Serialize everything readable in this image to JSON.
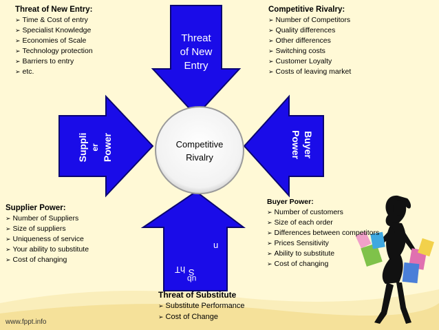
{
  "threat_new_entry": {
    "heading": "Threat of New Entry:",
    "items": [
      "Time & Cost of entry",
      "Specialist Knowledge",
      "Economies of Scale",
      "Technology protection",
      "Barriers to entry",
      "etc."
    ]
  },
  "competitive_rivalry": {
    "heading": "Competitive Rivalry:",
    "items": [
      "Number of Competitors",
      "Quality differences",
      "Other differences",
      "Switching costs",
      "Customer Loyalty",
      "Costs of leaving market"
    ]
  },
  "supplier_power": {
    "heading": "Supplier Power:",
    "items": [
      "Number of Suppliers",
      "Size of suppliers",
      "Uniqueness of service",
      "Your ability to substitute",
      "Cost of changing"
    ]
  },
  "buyer_power": {
    "heading": "Buyer Power:",
    "items": [
      "Number of customers",
      "Size of each order",
      "Differences between competitors",
      "Prices Sensitivity",
      "Ability to substitute",
      "Cost of changing"
    ]
  },
  "threat_substitute": {
    "heading": "Threat of Substitute",
    "items": [
      "Substitute Performance",
      "Cost of Change"
    ]
  },
  "arrows": {
    "top": [
      "Threat",
      "of New",
      "Entry"
    ],
    "left": [
      "Suppli",
      "er",
      "Power"
    ],
    "right": [
      "Buyer",
      "Power"
    ],
    "bottom": [
      "n",
      "S",
      "ub",
      "hT"
    ]
  },
  "center": [
    "Competitive",
    "Rivalry"
  ],
  "footer": "www.fppt.info",
  "colors": {
    "arrow": "#1a0ce8",
    "arrow_edge": "#0a0570",
    "background": "#fff9d6"
  }
}
